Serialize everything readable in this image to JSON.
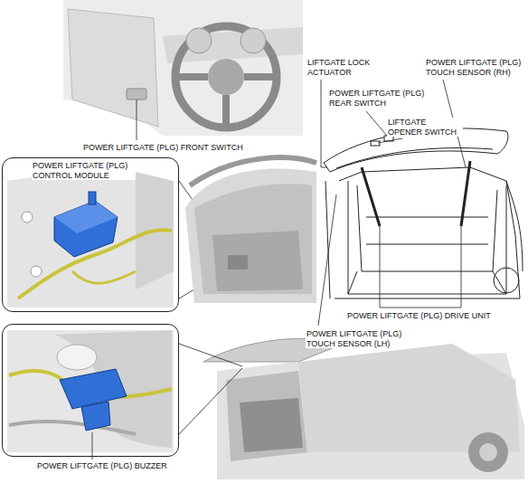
{
  "diagram": {
    "nodes": [
      {
        "text": [
          "POWER LIFTGATE (PLG) CONTROL MODULE"
        ]
      },
      {
        "text": [
          "POWER LIFTGATE (PLG) BUZZER"
        ]
      }
    ],
    "labels": [
      "POWER LIFTGATE (PLG) FRONT SWITCH",
      "LIFTGATE LOCK ACTUATOR",
      "POWER LIFTGATE (PLG) TOUCH SENSOR (RH)",
      "POWER LIFTGATE (PLG) REAR SWITCH",
      "LIFTGATE OPENER SWITCH",
      "POWER LIFTGATE (PLG) DRIVE UNIT",
      "POWER LIFTGATE (PLG) TOUCH SENSOR (LH)"
    ]
  }
}
